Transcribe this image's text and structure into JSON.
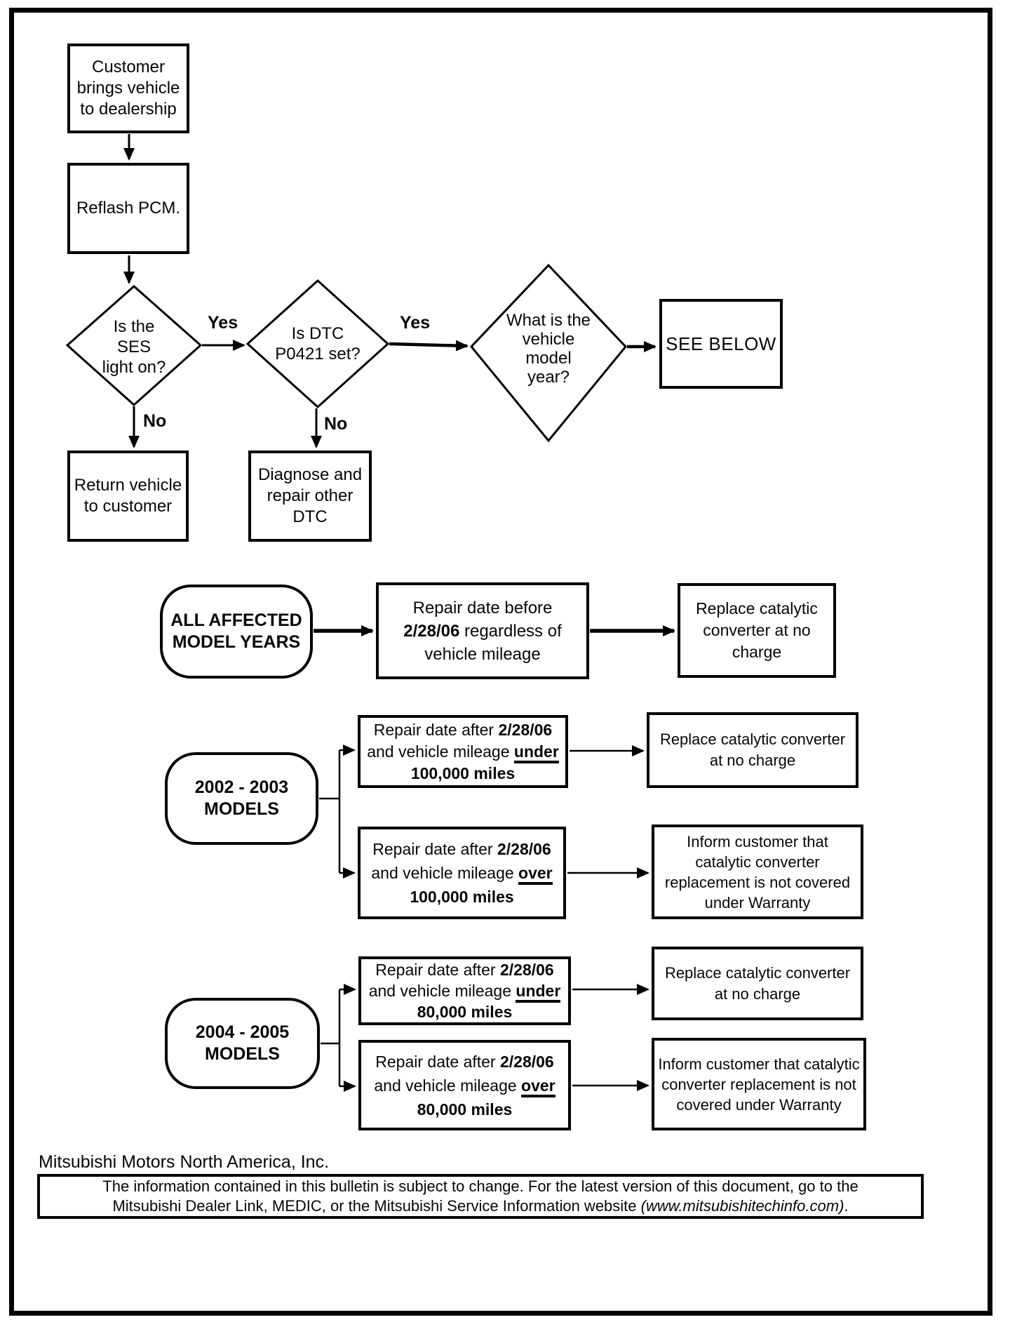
{
  "colors": {
    "ink": "#000000",
    "paper": "#ffffff"
  },
  "labels": {
    "yes": "Yes",
    "no": "No"
  },
  "top_flow": {
    "start": {
      "l1": "Customer",
      "l2": "brings vehicle",
      "l3": "to dealership"
    },
    "reflash": "Reflash PCM.",
    "ses_decision": {
      "l1": "Is the",
      "l2": "SES",
      "l3": "light on?"
    },
    "dtc_decision": {
      "l1": "Is DTC",
      "l2": "P0421 set?"
    },
    "year_decision": {
      "l1": "What is the",
      "l2": "vehicle",
      "l3": "model",
      "l4": "year?"
    },
    "see_below": "SEE BELOW",
    "return": {
      "l1": "Return vehicle",
      "l2": "to customer"
    },
    "diagnose": {
      "l1": "Diagnose and",
      "l2": "repair other",
      "l3": "DTC"
    }
  },
  "all_years": {
    "badge": {
      "l1": "ALL AFFECTED",
      "l2": "MODEL YEARS"
    },
    "condition": {
      "l1": "Repair date before",
      "l2_date": "2/28/06",
      "l2_rest": " regardless of",
      "l3": "vehicle mileage"
    },
    "result": "Replace catalytic converter at no charge"
  },
  "models_2002_2003": {
    "badge": {
      "l1": "2002 - 2003",
      "l2": "MODELS"
    },
    "under": {
      "l1_pre": "Repair date after ",
      "l1_date": "2/28/06",
      "l2_pre": "and vehicle mileage ",
      "l2_kw": "under",
      "l3": "100,000 miles"
    },
    "under_result": "Replace catalytic converter at no charge",
    "over": {
      "l1_pre": "Repair date after ",
      "l1_date": "2/28/06",
      "l2_pre": "and vehicle mileage ",
      "l2_kw": "over",
      "l3": "100,000 miles"
    },
    "over_result": "Inform customer that catalytic converter replacement is not covered under Warranty"
  },
  "models_2004_2005": {
    "badge": {
      "l1": "2004 - 2005",
      "l2": "MODELS"
    },
    "under": {
      "l1_pre": "Repair date after ",
      "l1_date": "2/28/06",
      "l2_pre": "and vehicle mileage ",
      "l2_kw": "under",
      "l3": "80,000 miles"
    },
    "under_result": "Replace catalytic converter at no charge",
    "over": {
      "l1_pre": "Repair date after ",
      "l1_date": "2/28/06",
      "l2_pre": "and vehicle mileage ",
      "l2_kw": "over",
      "l3": "80,000 miles"
    },
    "over_result": "Inform customer that catalytic converter replacement is not covered under Warranty"
  },
  "footer": {
    "company": "Mitsubishi Motors North America, Inc.",
    "notice_l1": "The information contained in this bulletin is subject to change. For the latest version of this document, go to the",
    "notice_l2_pre": "Mitsubishi Dealer Link, MEDIC, or the Mitsubishi Service Information website ",
    "notice_l2_url": "(www.mitsubishitechinfo.com)",
    "notice_l2_end": "."
  }
}
